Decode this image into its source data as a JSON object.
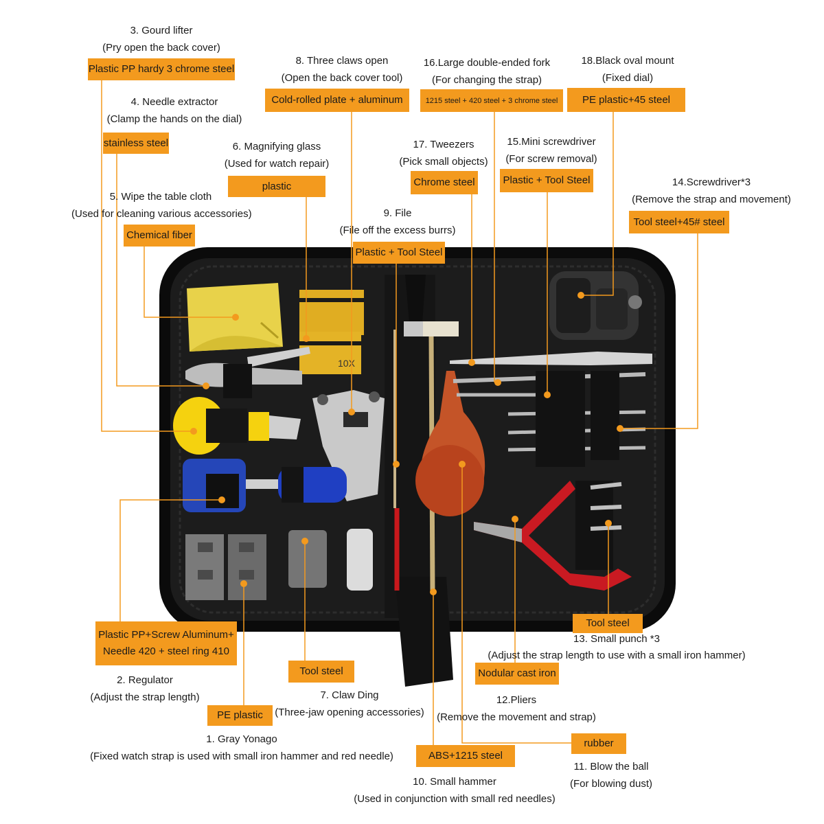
{
  "items": [
    {
      "id": "gourd-lifter",
      "title": "3. Gourd lifter",
      "desc": "(Pry open the back cover)",
      "material": "Plastic PP hardy 3 chrome steel"
    },
    {
      "id": "needle-extractor",
      "title": "4. Needle extractor",
      "desc": "(Clamp the hands on the dial)",
      "material": "stainless steel"
    },
    {
      "id": "table-cloth",
      "title": "5. Wipe the table cloth",
      "desc": "(Used for cleaning various accessories)",
      "material": "Chemical fiber"
    },
    {
      "id": "magnifying-glass",
      "title": "6. Magnifying glass",
      "desc": "(Used for watch repair)",
      "material": "plastic"
    },
    {
      "id": "three-claws",
      "title": "8. Three claws open",
      "desc": "(Open the back cover tool)",
      "material": "Cold-rolled plate + aluminum"
    },
    {
      "id": "file",
      "title": "9. File",
      "desc": "(File off the excess burrs)",
      "material": "Plastic + Tool Steel"
    },
    {
      "id": "large-fork",
      "title": "16.Large double-ended fork",
      "desc": "(For changing the strap)",
      "material": "1215 steel + 420 steel + 3 chrome steel"
    },
    {
      "id": "tweezers",
      "title": "17. Tweezers",
      "desc": "(Pick small objects)",
      "material": "Chrome steel"
    },
    {
      "id": "mini-screwdriver",
      "title": "15.Mini screwdriver",
      "desc": "(For screw removal)",
      "material": "Plastic + Tool Steel"
    },
    {
      "id": "oval-mount",
      "title": "18.Black oval mount",
      "desc": "(Fixed dial)",
      "material": "PE plastic+45 steel"
    },
    {
      "id": "screwdriver",
      "title": "14.Screwdriver*3",
      "desc": "(Remove the strap and movement)",
      "material": "Tool steel+45# steel"
    },
    {
      "id": "regulator",
      "title": "2. Regulator",
      "desc": "(Adjust the strap length)",
      "material": "Plastic PP+Screw Aluminum+ Needle 420 + steel ring 410"
    },
    {
      "id": "gray-yonago",
      "title": "1. Gray Yonago",
      "desc": "(Fixed watch strap is used with small iron hammer and red needle)",
      "material": "PE plastic"
    },
    {
      "id": "claw-ding",
      "title": "7. Claw Ding",
      "desc": "(Three-jaw opening accessories)",
      "material": "Tool steel"
    },
    {
      "id": "small-hammer",
      "title": "10. Small hammer",
      "desc": "(Used in conjunction with small red needles)",
      "material": "ABS+1215 steel"
    },
    {
      "id": "blow-ball",
      "title": "11. Blow the ball",
      "desc": "(For blowing dust)",
      "material": "rubber"
    },
    {
      "id": "pliers",
      "title": "12.Pliers",
      "desc": "(Remove the movement and strap)",
      "material": "Nodular cast iron"
    },
    {
      "id": "small-punch",
      "title": "13. Small punch *3",
      "desc": "(Adjust the strap length to use with a small iron hammer)",
      "material": "Tool steel"
    }
  ],
  "magnifier_label": "10X"
}
